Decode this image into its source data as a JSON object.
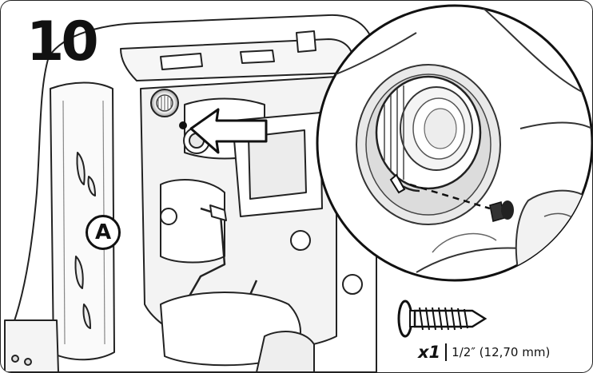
{
  "step": {
    "number": "10"
  },
  "part": {
    "label": "A"
  },
  "hardware": {
    "quantity": "x1",
    "size": "1/2″ (12,70 mm)",
    "icon": "screw-icon"
  },
  "icons": {
    "arrow": "arrow-icon",
    "zoom": "zoom-callout",
    "screw_small": "screw-icon"
  }
}
